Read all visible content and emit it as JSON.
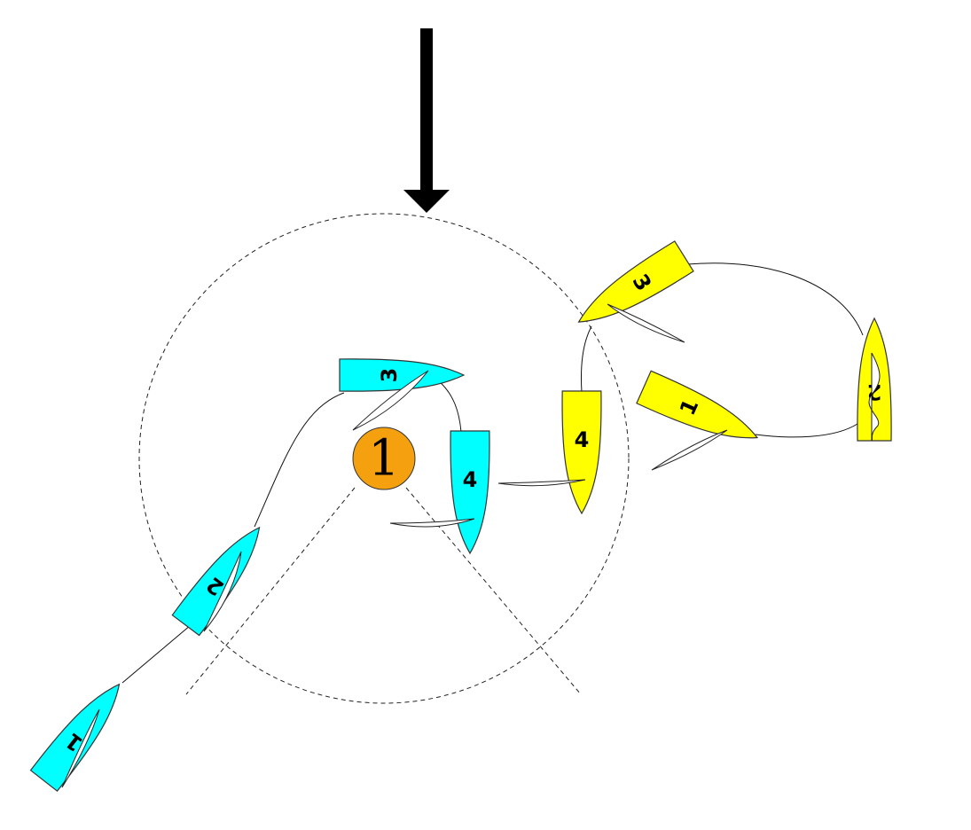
{
  "colors": {
    "team_a": "#00ffff",
    "team_b": "#ffff00",
    "mark": "#f5a00e",
    "wind_arrow": "#000000"
  },
  "wind": {
    "icon": "wind-direction-arrow-icon"
  },
  "mark": {
    "label": "1"
  },
  "boats": [
    {
      "team": "cyan",
      "label": "1"
    },
    {
      "team": "cyan",
      "label": "2"
    },
    {
      "team": "cyan",
      "label": "3"
    },
    {
      "team": "cyan",
      "label": "4"
    },
    {
      "team": "yellow",
      "label": "4"
    },
    {
      "team": "yellow",
      "label": "3"
    },
    {
      "team": "yellow",
      "label": "1"
    },
    {
      "team": "yellow",
      "label": "2"
    }
  ]
}
